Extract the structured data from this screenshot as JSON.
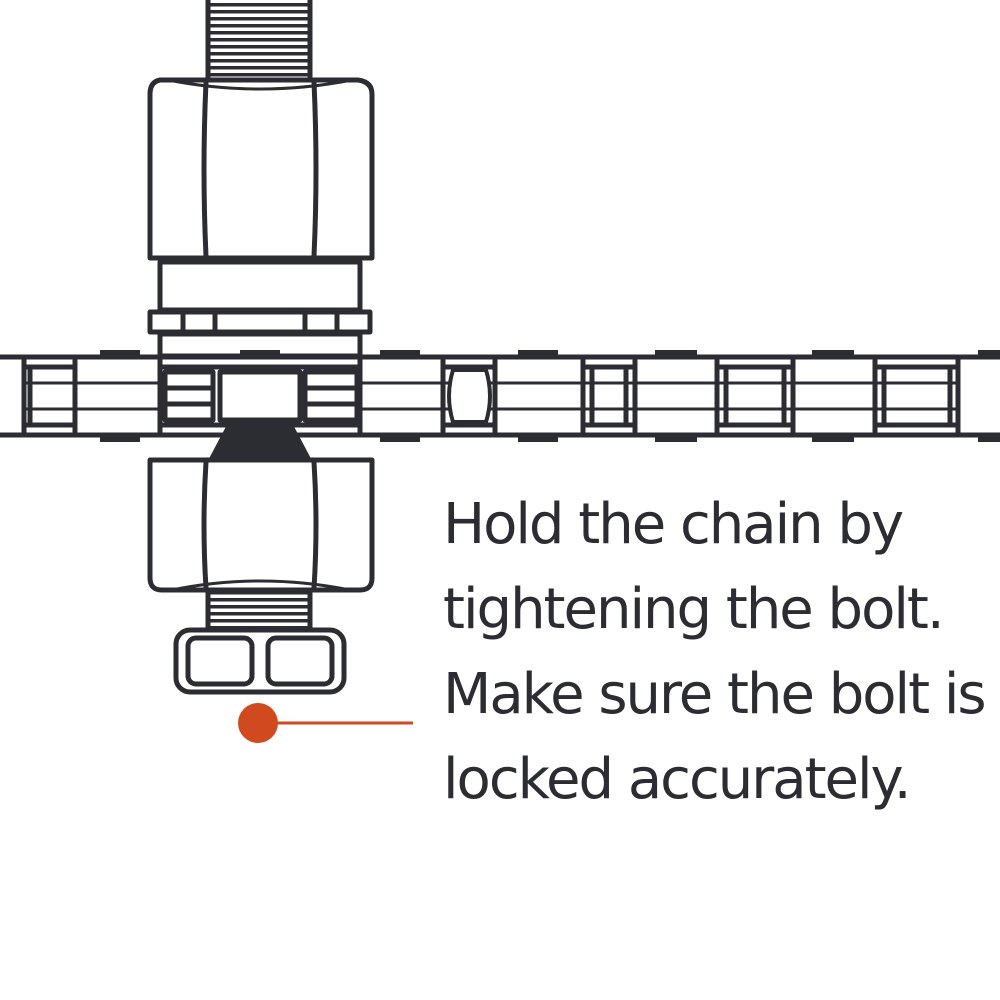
{
  "instruction": {
    "lines": [
      "Hold the chain by",
      "tightening the bolt.",
      "Make sure the bolt is",
      "locked accurately."
    ]
  },
  "colors": {
    "ink": "#2b2d33",
    "callout": "#d1491f",
    "background": "#ffffff"
  },
  "icons": {
    "tool": "chain-breaker-icon",
    "chain": "roller-chain-icon",
    "marker": "callout-dot-icon"
  }
}
